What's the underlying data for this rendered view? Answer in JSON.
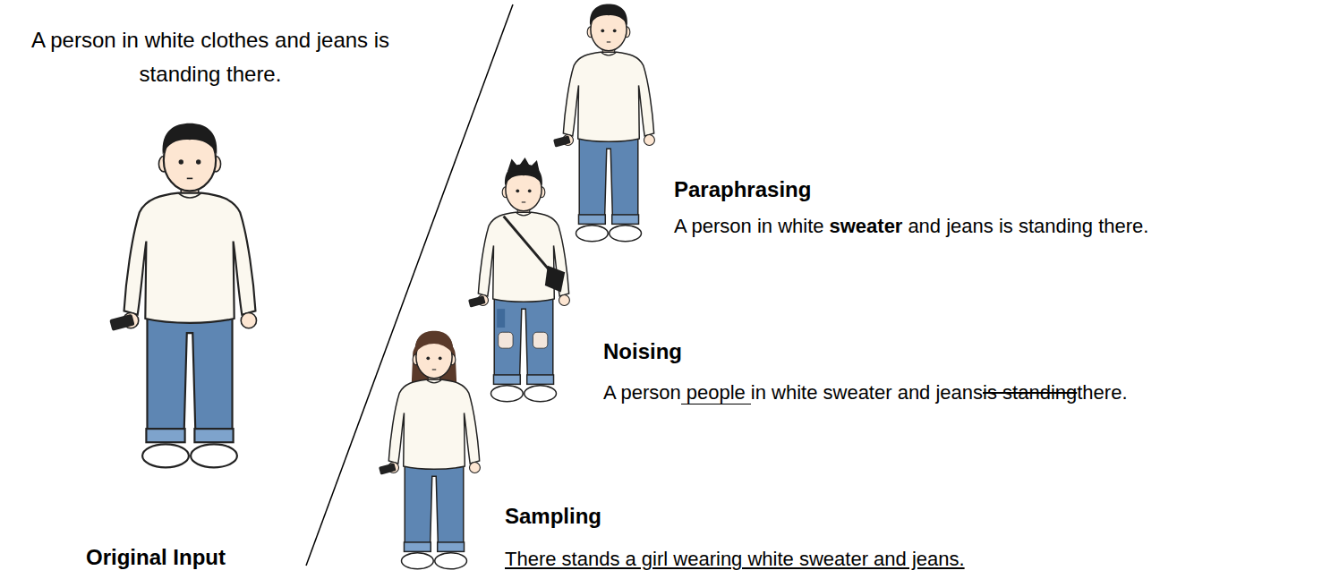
{
  "diagram": {
    "labels": [
      "A person in white clothes and jeans is standing there.",
      "Original Input",
      "Paraphrasing",
      "A person in white",
      "sweater",
      "and jeans is standing there.",
      "Noising",
      "A person",
      "people",
      "in white sweater and jeans",
      "is standing",
      "there.",
      "Sampling",
      "There stands a girl wearing white sweater and jeans."
    ]
  }
}
